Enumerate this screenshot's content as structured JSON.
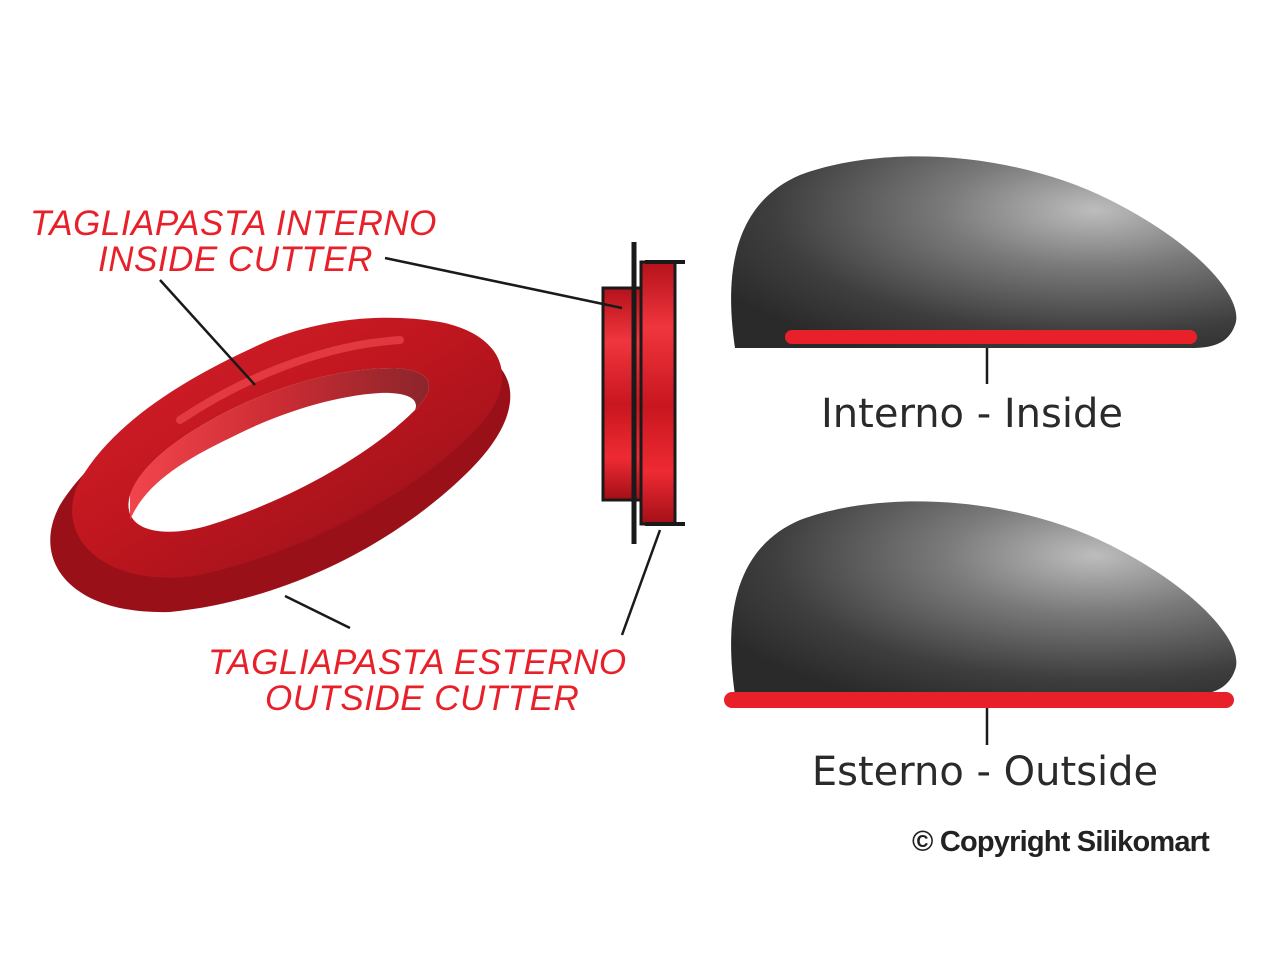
{
  "labels": {
    "inside_cutter_it": "TAGLIAPASTA INTERNO",
    "inside_cutter_en": "INSIDE CUTTER",
    "outside_cutter_it": "TAGLIAPASTA ESTERNO",
    "outside_cutter_en": "OUTSIDE CUTTER",
    "interno_inside": "Interno - Inside",
    "esterno_outside": "Esterno - Outside"
  },
  "copyright": "© Copyright Silikomart",
  "colors": {
    "cutter_red": "#e8202a",
    "dark_red": "#a8141c",
    "dome_gray": "#4a4a4a",
    "text_dark": "#2a2a2a"
  }
}
